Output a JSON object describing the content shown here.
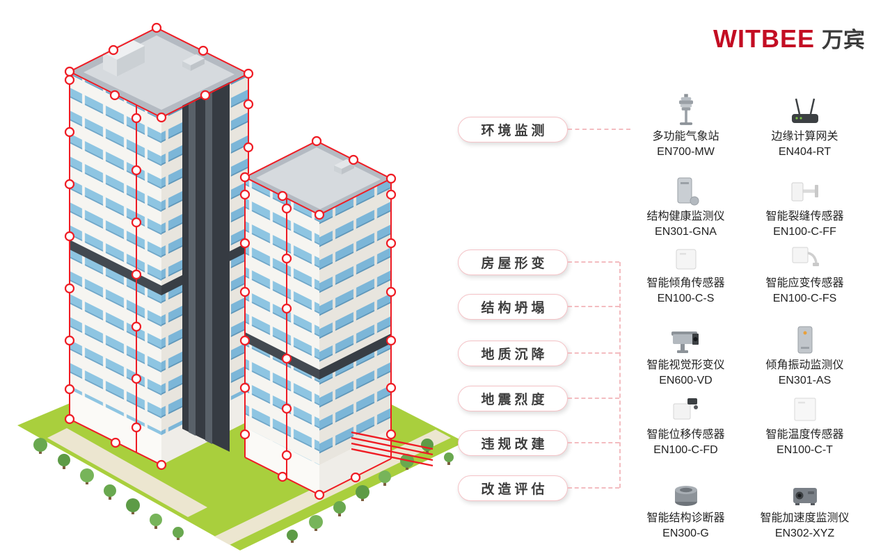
{
  "logo": {
    "brand_en": "WITBEE",
    "brand_cn": "万宾"
  },
  "categories": [
    {
      "label": "环境监测"
    },
    {
      "label": "房屋形变"
    },
    {
      "label": "结构坍塌"
    },
    {
      "label": "地质沉降"
    },
    {
      "label": "地震烈度"
    },
    {
      "label": "违规改建"
    },
    {
      "label": "改造评估"
    }
  ],
  "products": [
    {
      "name": "多功能气象站",
      "model": "EN700-MW",
      "icon": "weather-station-icon"
    },
    {
      "name": "边缘计算网关",
      "model": "EN404-RT",
      "icon": "gateway-router-icon"
    },
    {
      "name": "结构健康监测仪",
      "model": "EN301-GNA",
      "icon": "structural-health-monitor-icon"
    },
    {
      "name": "智能裂缝传感器",
      "model": "EN100-C-FF",
      "icon": "crack-sensor-icon"
    },
    {
      "name": "智能倾角传感器",
      "model": "EN100-C-S",
      "icon": "tilt-sensor-icon"
    },
    {
      "name": "智能应变传感器",
      "model": "EN100-C-FS",
      "icon": "strain-sensor-icon"
    },
    {
      "name": "智能视觉形变仪",
      "model": "EN600-VD",
      "icon": "vision-camera-icon"
    },
    {
      "name": "倾角振动监测仪",
      "model": "EN301-AS",
      "icon": "tilt-vibration-monitor-icon"
    },
    {
      "name": "智能位移传感器",
      "model": "EN100-C-FD",
      "icon": "displacement-sensor-icon"
    },
    {
      "name": "智能温度传感器",
      "model": "EN100-C-T",
      "icon": "temperature-sensor-icon"
    },
    {
      "name": "智能结构诊断器",
      "model": "EN300-G",
      "icon": "structure-diagnoser-icon"
    },
    {
      "name": "智能加速度监测仪",
      "model": "EN302-XYZ",
      "icon": "accelerometer-icon"
    }
  ],
  "colors": {
    "accent_red": "#c30d23",
    "monitor_line_red": "#ef1c24",
    "connector_pink": "#f3bcc0",
    "ground_green": "#a9cf3d",
    "window_blue": "#8ec5e2"
  }
}
